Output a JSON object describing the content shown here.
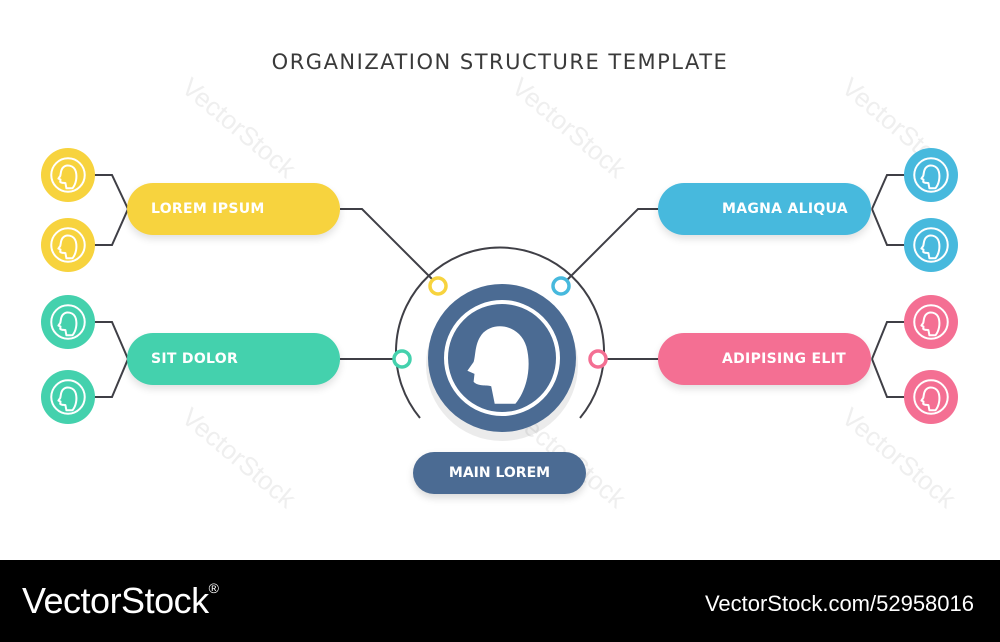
{
  "title": "ORGANIZATION STRUCTURE TEMPLATE",
  "center": {
    "label": "MAIN LOREM",
    "color": "#4b6b93"
  },
  "branches": [
    {
      "label": "LOREM IPSUM",
      "side": "left",
      "color": "#f7d33e",
      "icon": "person-head-icon"
    },
    {
      "label": "SIT DOLOR",
      "side": "left",
      "color": "#44d1ad",
      "icon": "person-head-icon"
    },
    {
      "label": "MAGNA ALIQUA",
      "side": "right",
      "color": "#47b9dd",
      "icon": "person-head-icon"
    },
    {
      "label": "ADIPISING ELIT",
      "side": "right",
      "color": "#f46f93",
      "icon": "person-head-icon"
    }
  ],
  "footer": {
    "brand": "VectorStock",
    "registered": "®",
    "url": "VectorStock.com/52958016"
  },
  "watermark": "VectorStock"
}
